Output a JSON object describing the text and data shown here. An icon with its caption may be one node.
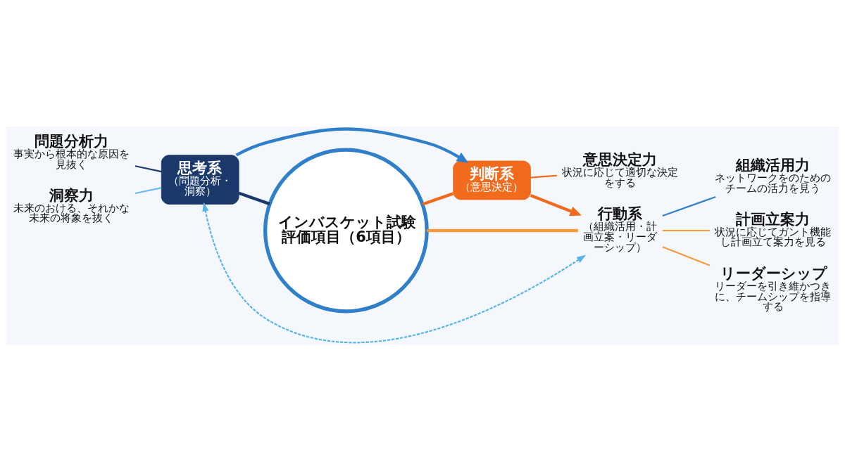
{
  "diagram": {
    "nodes": [
      {
        "text": [
          "インバスケット試験評価項目（6項目）"
        ]
      },
      {
        "text": [
          "思考系",
          "（問題分析・洞察）"
        ]
      },
      {
        "text": [
          "判断系",
          "（意思決定）"
        ]
      },
      {
        "text": [
          "行動系",
          "（組織活用・計画立案・リーダーシップ）"
        ]
      },
      {
        "text": [
          "問題分析力",
          "事実から根本的な原因を見抜く"
        ]
      },
      {
        "text": [
          "洞察力",
          "未来のおける、それかな未来の将象を抜く"
        ]
      },
      {
        "text": [
          "意思決定力",
          "状況に応じて適切な決定をする"
        ]
      },
      {
        "text": [
          "組織活用力",
          "ネットワークをのためのチームの活力を見う"
        ]
      },
      {
        "text": [
          "計画立案力",
          "状況に応じてガント機能し計画立て案力を見る"
        ]
      },
      {
        "text": [
          "リーダーシップ",
          "リーダーを引き維かつきに、チームシップを指導する"
        ]
      }
    ],
    "edges": [
      {
        "from": 1,
        "to": 0,
        "arrow": "none",
        "style": "thick",
        "color": "#1b3a6b"
      },
      {
        "from": 0,
        "to": 2,
        "arrow": "none",
        "style": "thick",
        "color": "#f26b1d"
      },
      {
        "from": 0,
        "to": 3,
        "arrow": "none",
        "style": "thick",
        "color": "#f59a3c"
      },
      {
        "from": 1,
        "to": 2,
        "arrow": "to",
        "style": "thick",
        "color": "#2f80c8"
      },
      {
        "from": 2,
        "to": 3,
        "arrow": "to",
        "style": "thick",
        "color": "#f26b1d"
      },
      {
        "from": 3,
        "to": 1,
        "arrow": "both",
        "style": "dashed",
        "color": "#5ab4e8"
      },
      {
        "from": 4,
        "to": 1,
        "arrow": "none",
        "color": "#1b3a6b"
      },
      {
        "from": 5,
        "to": 1,
        "arrow": "none",
        "color": "#6fb8ea"
      },
      {
        "from": 2,
        "to": 6,
        "arrow": "none",
        "color": "#f26b1d"
      },
      {
        "from": 3,
        "to": 7,
        "arrow": "none",
        "color": "#2f80c8"
      },
      {
        "from": 3,
        "to": 8,
        "arrow": "none",
        "color": "#f59a3c"
      },
      {
        "from": 3,
        "to": 9,
        "arrow": "none",
        "color": "#f59a3c"
      }
    ]
  }
}
